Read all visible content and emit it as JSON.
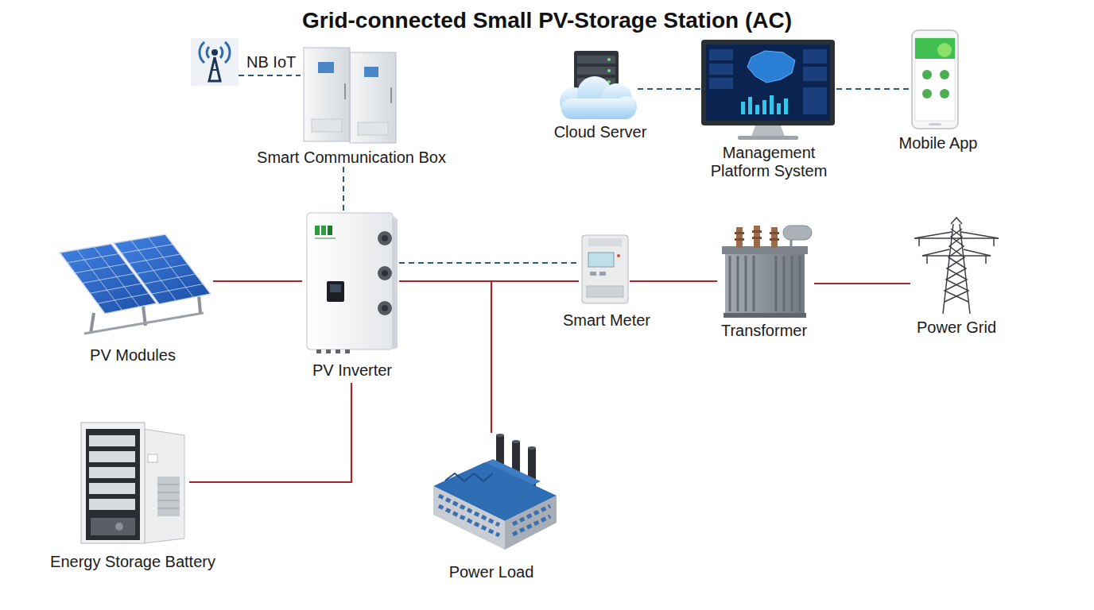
{
  "diagram": {
    "title": "Grid-connected Small PV-Storage Station (AC)",
    "nodes": [
      {
        "text": [
          "NB IoT"
        ]
      },
      {
        "text": [
          "Smart Communication Box"
        ]
      },
      {
        "text": [
          "Cloud Server"
        ]
      },
      {
        "text": [
          "Management Platform System"
        ]
      },
      {
        "text": [
          "Mobile App"
        ]
      },
      {
        "text": [
          "PV Modules"
        ]
      },
      {
        "text": [
          "PV Inverter"
        ]
      },
      {
        "text": [
          "Smart Meter"
        ]
      },
      {
        "text": [
          "Transformer"
        ]
      },
      {
        "text": [
          "Power Grid"
        ]
      },
      {
        "text": [
          "Energy Storage Battery"
        ]
      },
      {
        "text": [
          "Power Load"
        ]
      }
    ],
    "edges": [
      {
        "from": 0,
        "to": 1,
        "arrow": "none"
      },
      {
        "from": 1,
        "to": 6,
        "arrow": "none"
      },
      {
        "from": 2,
        "to": 3,
        "arrow": "none"
      },
      {
        "from": 3,
        "to": 4,
        "arrow": "none"
      },
      {
        "from": 5,
        "to": 6,
        "arrow": "none"
      },
      {
        "from": 6,
        "to": 7,
        "arrow": "none"
      },
      {
        "from": 6,
        "to": 7,
        "arrow": "none"
      },
      {
        "from": 6,
        "to": 11,
        "arrow": "none"
      },
      {
        "from": 7,
        "to": 8,
        "arrow": "none"
      },
      {
        "from": 8,
        "to": 9,
        "arrow": "none"
      },
      {
        "from": 6,
        "to": 10,
        "arrow": "none"
      }
    ]
  }
}
